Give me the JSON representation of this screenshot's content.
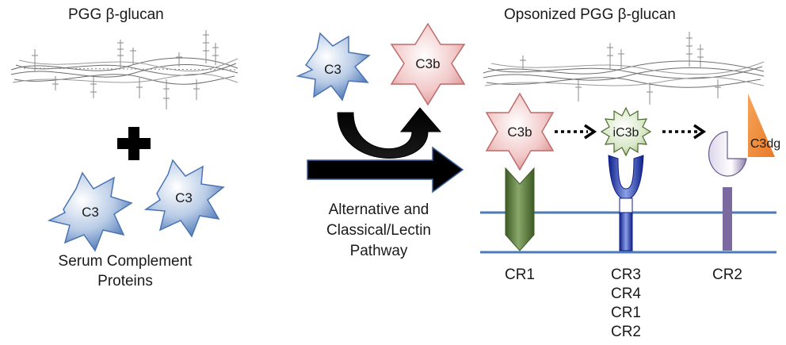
{
  "left": {
    "title": "PGG β-glucan",
    "plus_icon": "plus-icon",
    "proteins": [
      {
        "label": "C3"
      },
      {
        "label": "C3"
      }
    ],
    "caption_line1": "Serum Complement",
    "caption_line2": "Proteins"
  },
  "middle": {
    "c3_label": "C3",
    "c3b_label": "C3b",
    "pathway_line1": "Alternative and",
    "pathway_line2": "Classical/Lectin",
    "pathway_line3": "Pathway"
  },
  "right": {
    "title": "Opsonized PGG β-glucan",
    "fragments": {
      "c3b": "C3b",
      "ic3b": "iC3b",
      "c3dg": "C3dg"
    },
    "receptors": {
      "cr1": "CR1",
      "middle": [
        "CR3",
        "CR4",
        "CR1",
        "CR2"
      ],
      "cr2": "CR2"
    }
  },
  "colors": {
    "blue_protein": "#5a84c0",
    "red_protein": "#d98b8b",
    "green_protein": "#5a7a3a",
    "orange_fragment": "#f08a3a",
    "membrane": "#4d7ab8",
    "cr2_receptor": "#7a6aa0"
  }
}
